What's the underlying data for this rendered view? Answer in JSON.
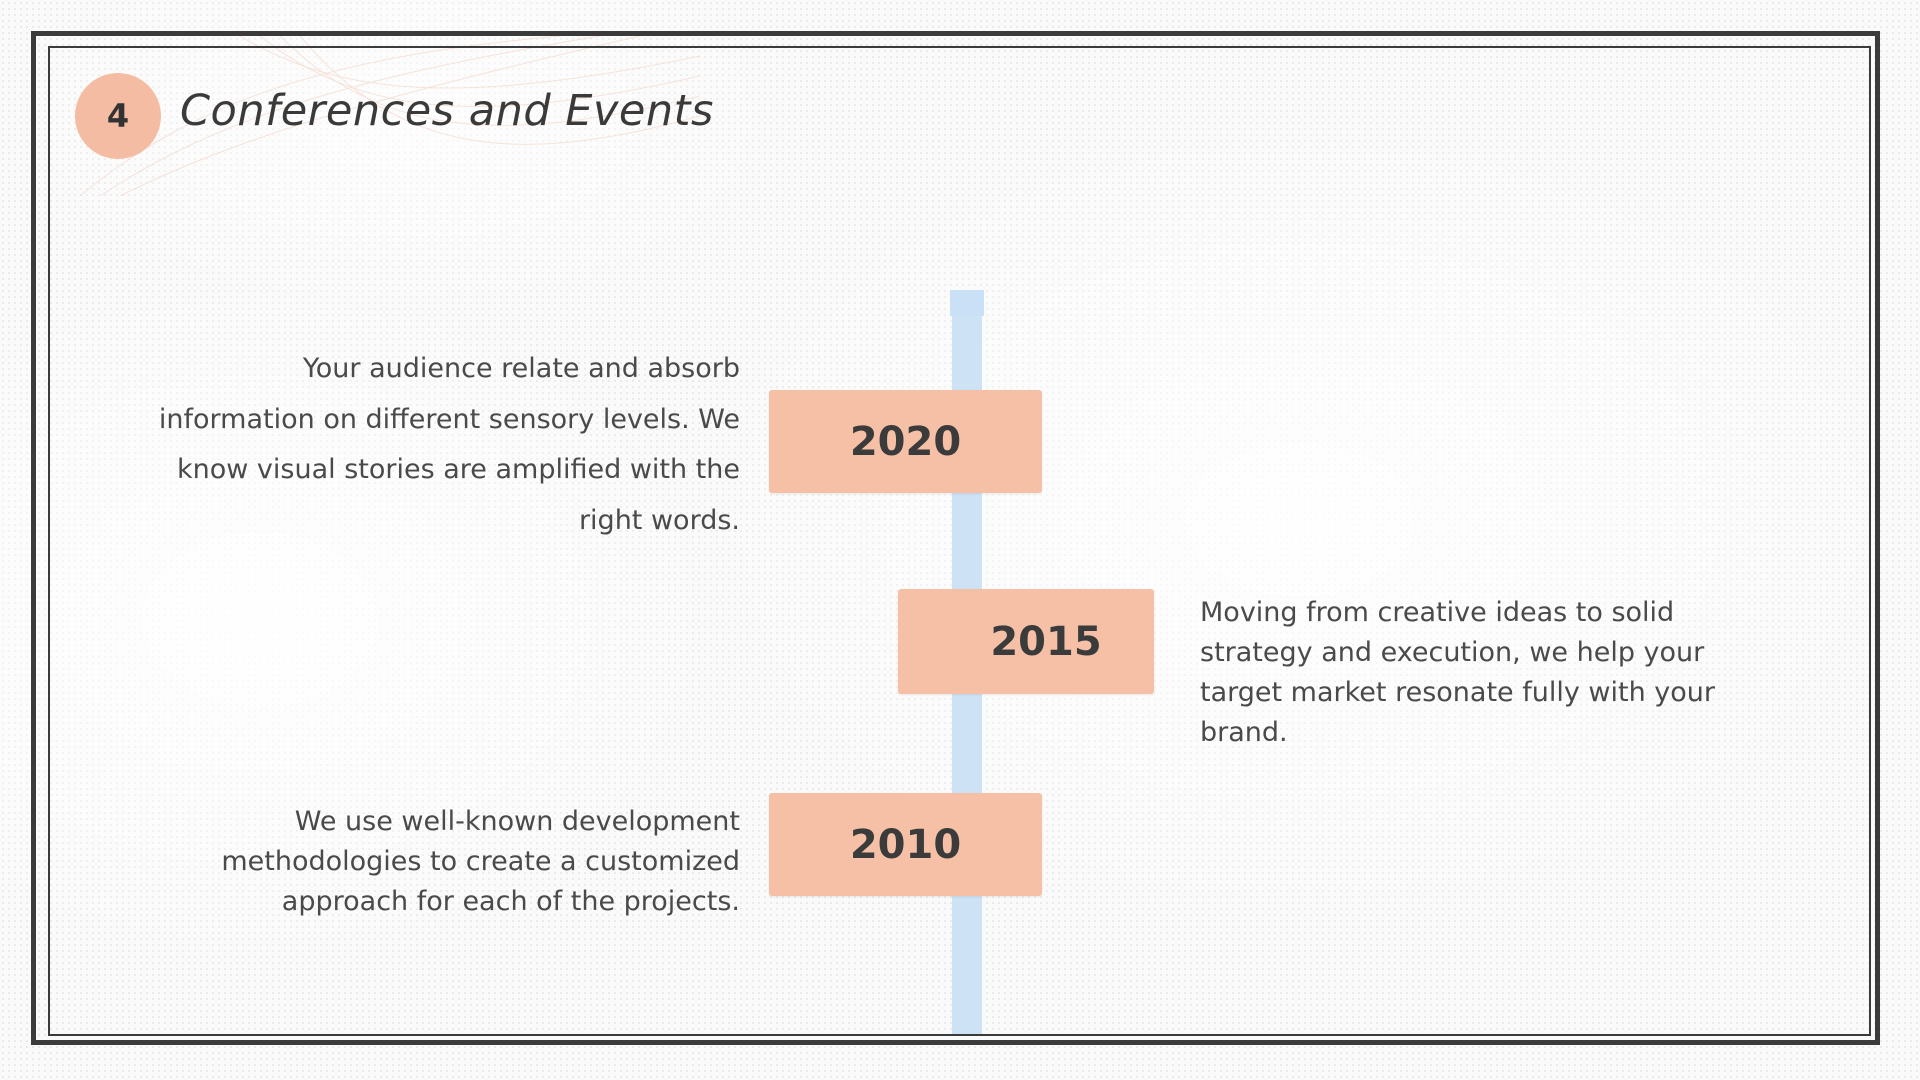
{
  "slide": {
    "number": "4",
    "title": "Conferences and Events"
  },
  "timeline": [
    {
      "year": "2020",
      "text": "Your audience relate and absorb information on different sensory levels. We know visual stories are amplified with the right words."
    },
    {
      "year": "2015",
      "text": "Moving from creative ideas to solid strategy and execution, we help your target market resonate fully with your brand."
    },
    {
      "year": "2010",
      "text": "We use well-known development methodologies to create a customized approach for each of the projects."
    }
  ],
  "colors": {
    "accent": "#f5c0a6",
    "timeline": "#cde2f5",
    "frame": "#3b3b3b",
    "text": "#4a4a4a"
  }
}
